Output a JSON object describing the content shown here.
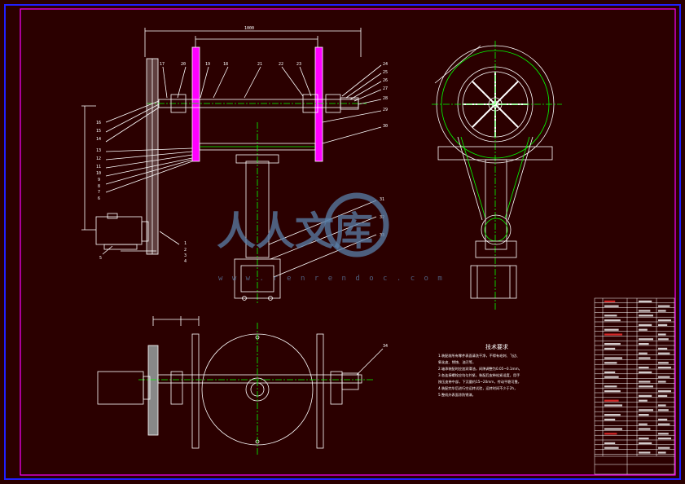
{
  "drawing": {
    "top_dimension": "1000",
    "part_labels_right": [
      "24",
      "25",
      "26",
      "27",
      "28",
      "29",
      "30"
    ],
    "part_labels_top": [
      "17",
      "20",
      "19",
      "18",
      "21",
      "22",
      "23"
    ],
    "part_labels_left": [
      "16",
      "15",
      "14",
      "13",
      "12",
      "11",
      "10",
      "9",
      "8",
      "7",
      "6"
    ],
    "part_labels_bottom_left": [
      "5",
      "1",
      "2",
      "3",
      "4"
    ],
    "part_labels_column": [
      "31",
      "32",
      "33"
    ],
    "part_label_plan": "34"
  },
  "notes": {
    "title": "技术要求",
    "lines": [
      "1.装配前所有零件表面清洗干净，不得有毛刺、飞边、",
      "  氧化皮、锈蚀、油污等，",
      "2.轴承装配时应加润滑油，间隙调整为0.05~0.1mm，",
      "3.各连接螺栓应均匀拧紧，装配后皮带松紧适度，用手",
      "  按压皮带中部，下沉量约15~20mm，传动平稳可靠，",
      "4.装配完毕后进行空运转试验，运转时间不少于2h，",
      "5.整机外表面涂防锈漆。"
    ]
  },
  "watermark": {
    "text": "人人文库",
    "url": "w w w . r e n r e n d o c . c o m"
  },
  "colors": {
    "background": "#2b0000",
    "outer_frame": "#2020ff",
    "inner_frame": "#ff00ff",
    "geometry": "#ffffff",
    "centerline": "#00ff00",
    "hatch": "#ff00ff",
    "accent_green": "#00ff00"
  }
}
